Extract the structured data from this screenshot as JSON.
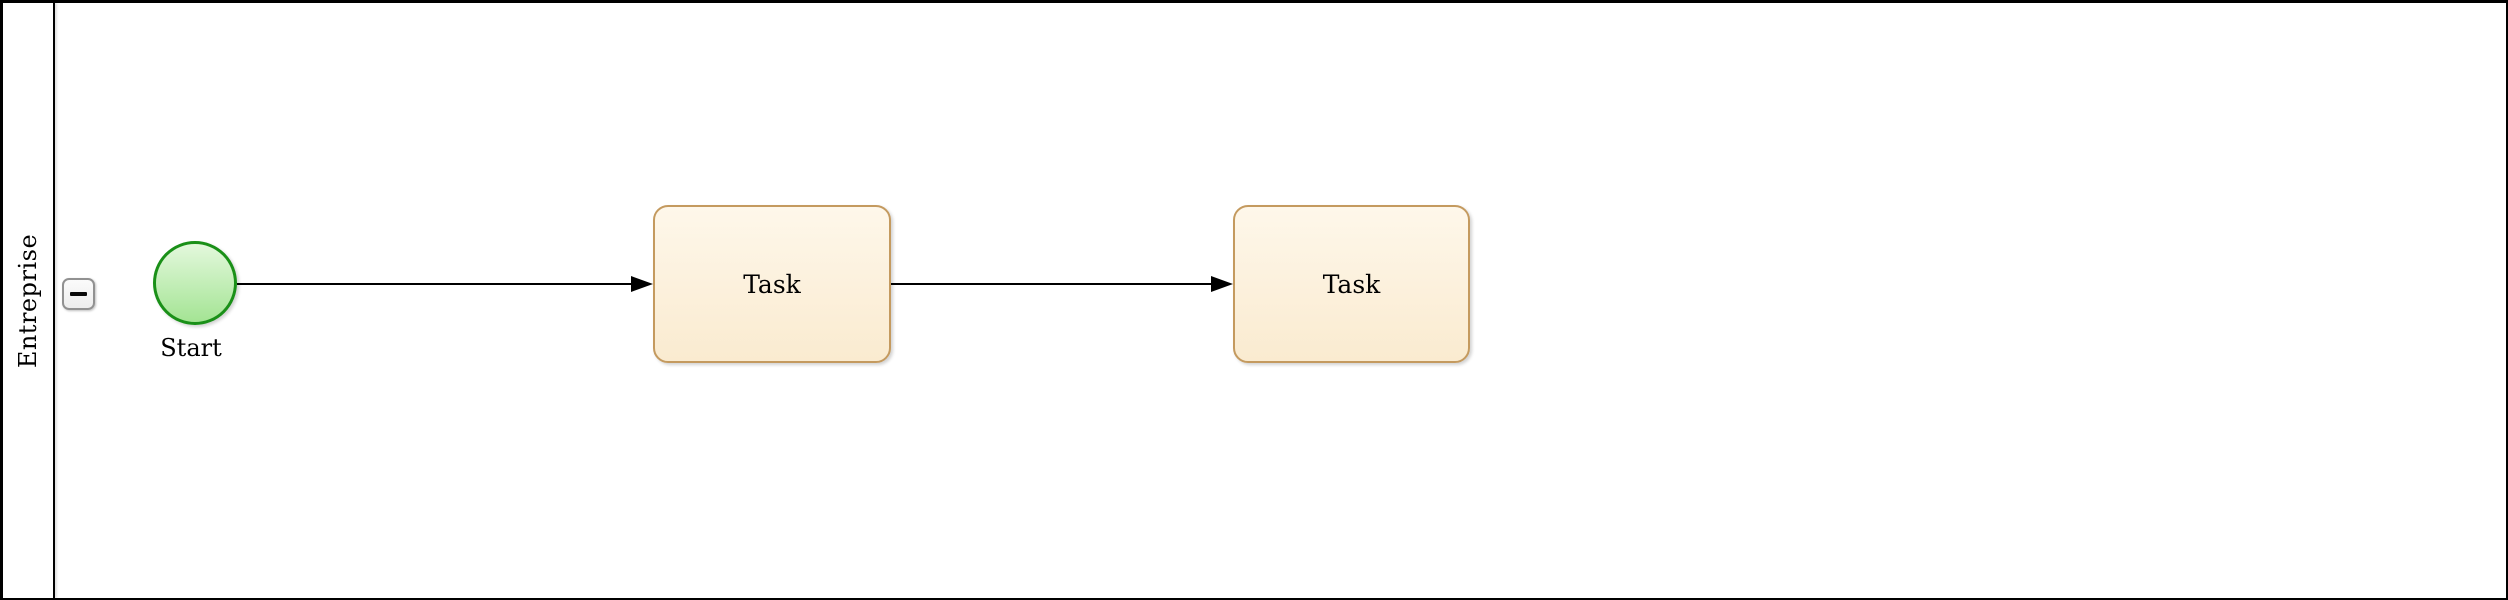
{
  "diagram": {
    "type": "bpmn-process",
    "pool": {
      "label": "Entreprise",
      "collapse_icon": "minus",
      "state": "expanded"
    },
    "nodes": [
      {
        "id": "start",
        "type": "start-event",
        "label": "Start"
      },
      {
        "id": "task1",
        "type": "task",
        "label": "Task"
      },
      {
        "id": "task2",
        "type": "task",
        "label": "Task"
      }
    ],
    "edges": [
      {
        "from": "start",
        "to": "task1",
        "style": "sequence-flow-arrow"
      },
      {
        "from": "task1",
        "to": "task2",
        "style": "sequence-flow-arrow"
      }
    ],
    "colors": {
      "canvas_background": "#FFFFFF",
      "pool_border": "#000000",
      "start_event_border": "#1A9018",
      "start_event_fill_top": "#E3F8DC",
      "start_event_fill_bottom": "#A4E494",
      "task_border": "#C49A5F",
      "task_fill_top": "#FEF7EA",
      "task_fill_bottom": "#FAEBD0",
      "collapse_button_border": "#919191",
      "collapse_button_fill": "#F3F3F3",
      "edge": "#000000"
    }
  }
}
